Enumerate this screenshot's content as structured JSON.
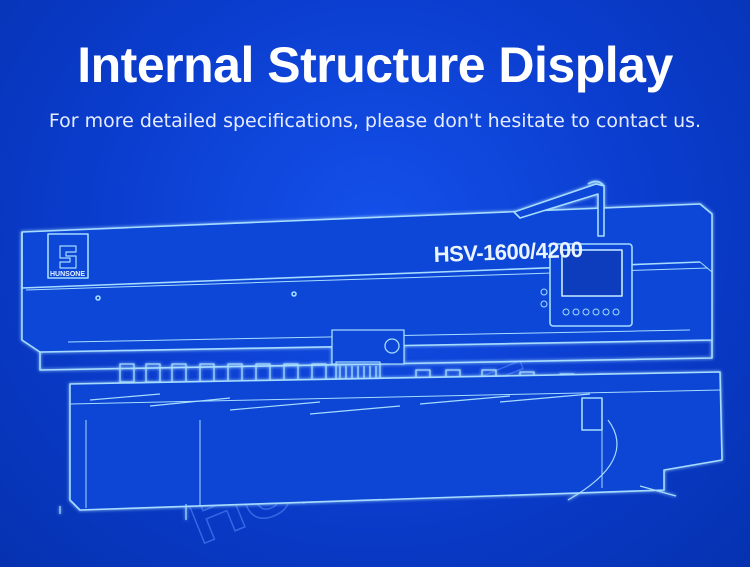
{
  "headline": "Internal Structure Display",
  "subheading": "For more detailed specifications, please don't hesitate to contact us.",
  "machine": {
    "model": "HSV-1600/4200",
    "logo_text": "HUNSONE",
    "watermark_text": "HUNSONE"
  },
  "colors": {
    "background": "#0a3fd0",
    "line_glow": "#9fd8ff",
    "text": "#ffffff"
  }
}
